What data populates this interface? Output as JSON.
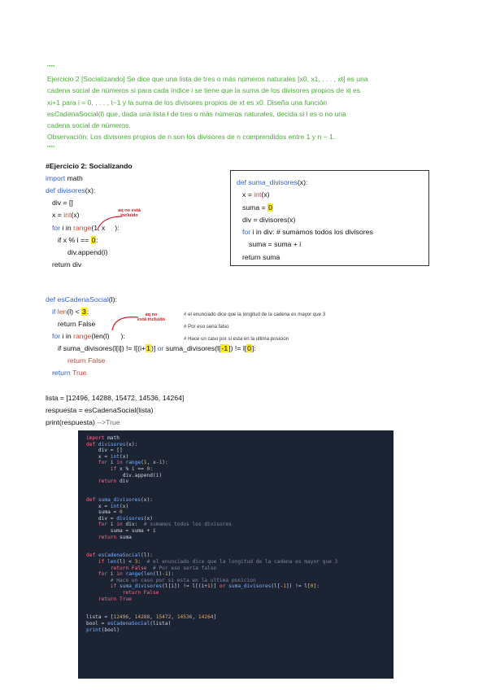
{
  "docstring": {
    "open": "\"\"\"",
    "lines": [
      "Ejercicio 2 [Socializando] Se dice que una lista de tres o más números naturales [x0, x1, . . . , xt] es una",
      "cadena social de números si para cada índice i se tiene que la suma de los divisores propios de xi es",
      "xi+1 para i = 0, . . . , t−1 y la suma de los divisores propios de xt es x0. Diseña una función",
      "esCadenaSocial(l) que, dada una lista l de tres o más números naturales, decida si l es o no una",
      "cadena social de números.",
      "Observación: Los divisores propios de n son los divisores de n comprendidos entre 1 y n − 1."
    ],
    "close": "\"\"\""
  },
  "code": {
    "title": "#Ejercicio 2: Socializando",
    "import_kw": "import",
    "import_mod": "math",
    "def_kw": "def",
    "divisores_name": "divisores",
    "divisores_args": "(x):",
    "div_init": "div = []",
    "x_eq": "x = ",
    "int_call": "int",
    "int_arg": "(x)",
    "for_kw": "for",
    "i_in": " i in ",
    "range_kw": "range",
    "range_args_1": "(1, x",
    "range_args_1_end": "):",
    "if_mod": "if x % i == ",
    "zero": "0",
    "colon": ":",
    "append": "div.append(i)",
    "return_div": "return div",
    "note_1a": "aq no está",
    "note_1b": "incluido",
    "es_name": "esCadenaSocial",
    "es_args": "(l):",
    "if_kw": "if",
    "len_kw": "len",
    "len_arg": "(l) < ",
    "three": "3",
    "return_false": "return False",
    "comment_1": "# el enunciado dice que la longitud de la cadena es mayor que 3",
    "comment_2": "# Por eso seria falso",
    "comment_3": "# Hace un caso por si esta en la ultima posicion",
    "note_2a": "aq no",
    "note_2b": "está incluido",
    "range_args_2": "(len(l)",
    "range_args_2_end": "):",
    "if_suma_a": "if suma_divisores(l[i]) != l[(i+",
    "one": "1",
    "if_suma_b": ")] ",
    "or_kw": "or",
    "if_suma_c": " suma_divisores(l[",
    "neg_one": "-1",
    "if_suma_d": "]) != l[",
    "zero_idx": "0",
    "if_suma_e": "]:",
    "return_kw": "return",
    "false_kw": "False",
    "true_kw": "True",
    "lista": "lista = [12496, 14288, 15472, 14536, 14264]",
    "respuesta": "respuesta = esCadenaSocial(lista)",
    "print_call": "print(respuesta)",
    "print_result": " -->True"
  },
  "box": {
    "def_kw": "def",
    "name": "suma_divisores",
    "args": "(x):",
    "x_eq": "x = ",
    "int_call": "int",
    "int_arg": "(x)",
    "suma_eq": "suma = ",
    "zero": "0",
    "div_eq": "div = divisores(x)",
    "for_kw": "for",
    "for_rest": " i in div:  # sumamos todos los divisores",
    "suma_update": "suma = suma + i",
    "return_suma": "return suma"
  },
  "screenshot": {
    "lines": [
      "import math",
      "def divisores(x):",
      "    div = []",
      "    x = int(x)",
      "    for i in range(1, x-1):",
      "        if x % i == 0:",
      "            div.append(i)",
      "    return div",
      "",
      "",
      "def suma_divisores(x):",
      "    x = int(x)",
      "    suma = 0",
      "    div = divisores(x)",
      "    for i in div:  # sumamos todos los divisores",
      "        suma = suma + i",
      "    return suma",
      "",
      "",
      "def esCadenaSocial(l):",
      "    if len(l) < 3:  # el enunciado dice que la longitud de la cadena es mayor que 3",
      "        return False  # Por eso seria falso",
      "    for i in range(len(l)-1):",
      "        # Hace un caso por si esta en la ultima posicion",
      "        if suma_divisores(l[i]) != l[(i+1)] or suma_divisores(l[-1]) != l[0]:",
      "            return False",
      "    return True",
      "",
      "",
      "lista = [12496, 14288, 15472, 14536, 14264]",
      "bool = esCadenaSocial(lista)",
      "print(bool)"
    ]
  },
  "colors": {
    "keyword_blue": "#3562c8",
    "builtin_red": "#c24a3a",
    "docstring_green": "#4caa3a",
    "highlight_yellow": "#f7ea18",
    "annotation_red": "#d21b24",
    "editor_bg": "#1c2333"
  }
}
